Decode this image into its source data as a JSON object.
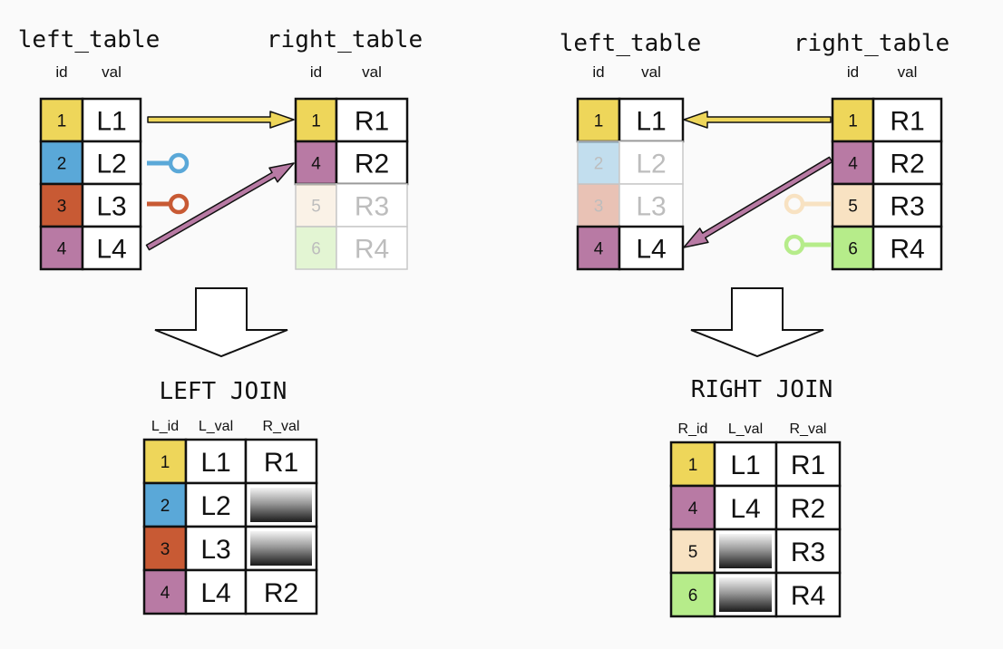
{
  "colors": {
    "id1": "#eed65a",
    "id2": "#5aa8d8",
    "id3": "#c85a34",
    "id4": "#b87aa4",
    "id5": "#f8e2c2",
    "id6": "#b6ec8a",
    "border": "#111111",
    "faded_border": "#c8c8c8",
    "faded_text": "#bdbdbd"
  },
  "left_panel": {
    "left_title": "left_table",
    "right_title": "right_table",
    "left_headers": [
      "id",
      "val"
    ],
    "right_headers": [
      "id",
      "val"
    ],
    "left_rows": [
      {
        "id": "1",
        "val": "L1",
        "color": "#eed65a",
        "faded": false
      },
      {
        "id": "2",
        "val": "L2",
        "color": "#5aa8d8",
        "faded": false
      },
      {
        "id": "3",
        "val": "L3",
        "color": "#c85a34",
        "faded": false
      },
      {
        "id": "4",
        "val": "L4",
        "color": "#b87aa4",
        "faded": false
      }
    ],
    "right_rows": [
      {
        "id": "1",
        "val": "R1",
        "color": "#eed65a",
        "faded": false
      },
      {
        "id": "4",
        "val": "R2",
        "color": "#b87aa4",
        "faded": false
      },
      {
        "id": "5",
        "val": "R3",
        "color": "#f8e2c2",
        "faded": true
      },
      {
        "id": "6",
        "val": "R4",
        "color": "#b6ec8a",
        "faded": true
      }
    ],
    "join_label": "LEFT JOIN",
    "result_headers": [
      "L_id",
      "L_val",
      "R_val"
    ],
    "result_rows": [
      {
        "id": "1",
        "color": "#eed65a",
        "c1": "L1",
        "c2": "R1",
        "null1": false,
        "null2": false
      },
      {
        "id": "2",
        "color": "#5aa8d8",
        "c1": "L2",
        "c2": "",
        "null1": false,
        "null2": true
      },
      {
        "id": "3",
        "color": "#c85a34",
        "c1": "L3",
        "c2": "",
        "null1": false,
        "null2": true
      },
      {
        "id": "4",
        "color": "#b87aa4",
        "c1": "L4",
        "c2": "R2",
        "null1": false,
        "null2": false
      }
    ]
  },
  "right_panel": {
    "left_title": "left_table",
    "right_title": "right_table",
    "left_headers": [
      "id",
      "val"
    ],
    "right_headers": [
      "id",
      "val"
    ],
    "left_rows": [
      {
        "id": "1",
        "val": "L1",
        "color": "#eed65a",
        "faded": false
      },
      {
        "id": "2",
        "val": "L2",
        "color": "#5aa8d8",
        "faded": true
      },
      {
        "id": "3",
        "val": "L3",
        "color": "#c85a34",
        "faded": true
      },
      {
        "id": "4",
        "val": "L4",
        "color": "#b87aa4",
        "faded": false
      }
    ],
    "right_rows": [
      {
        "id": "1",
        "val": "R1",
        "color": "#eed65a",
        "faded": false
      },
      {
        "id": "4",
        "val": "R2",
        "color": "#b87aa4",
        "faded": false
      },
      {
        "id": "5",
        "val": "R3",
        "color": "#f8e2c2",
        "faded": false
      },
      {
        "id": "6",
        "val": "R4",
        "color": "#b6ec8a",
        "faded": false
      }
    ],
    "join_label": "RIGHT JOIN",
    "result_headers": [
      "R_id",
      "L_val",
      "R_val"
    ],
    "result_rows": [
      {
        "id": "1",
        "color": "#eed65a",
        "c1": "L1",
        "c2": "R1",
        "null1": false,
        "null2": false
      },
      {
        "id": "4",
        "color": "#b87aa4",
        "c1": "L4",
        "c2": "R2",
        "null1": false,
        "null2": false
      },
      {
        "id": "5",
        "color": "#f8e2c2",
        "c1": "",
        "c2": "R3",
        "null1": true,
        "null2": false
      },
      {
        "id": "6",
        "color": "#b6ec8a",
        "c1": "",
        "c2": "R4",
        "null1": true,
        "null2": false
      }
    ]
  }
}
